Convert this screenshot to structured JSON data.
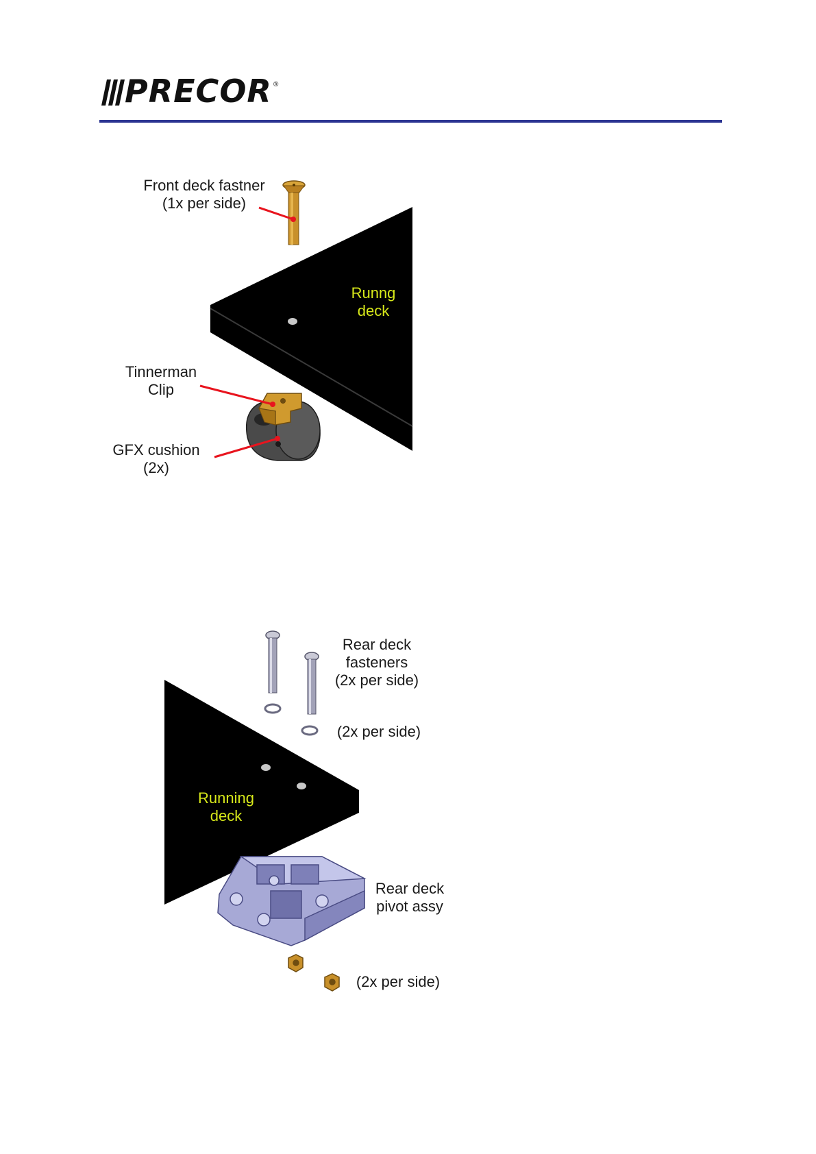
{
  "brand": {
    "name": "PRECOR",
    "registered_mark": "®",
    "rule_color": "#2c3592"
  },
  "figure_front": {
    "fastener_label_line1": "Front deck fastner",
    "fastener_label_line2": "(1x per side)",
    "deck_label_line1": "Runng",
    "deck_label_line2": "deck",
    "clip_label_line1": "Tinnerman",
    "clip_label_line2": "Clip",
    "cushion_label_line1": "GFX cushion",
    "cushion_label_line2": "(2x)"
  },
  "figure_rear": {
    "fasteners_label_line1": "Rear deck",
    "fasteners_label_line2": "fasteners",
    "fasteners_label_line3": "(2x per side)",
    "washers_label": "(2x per side)",
    "deck_label_line1": "Running",
    "deck_label_line2": "deck",
    "pivot_label_line1": "Rear deck",
    "pivot_label_line2": "pivot assy",
    "nuts_label": "(2x per side)"
  },
  "colors": {
    "deck": "#000000",
    "deck_label": "#d7e81a",
    "callout_line": "#e8141e",
    "brass": "#c8902a",
    "steel": "#9a9ab0",
    "pivot": "#a7a9d6"
  }
}
